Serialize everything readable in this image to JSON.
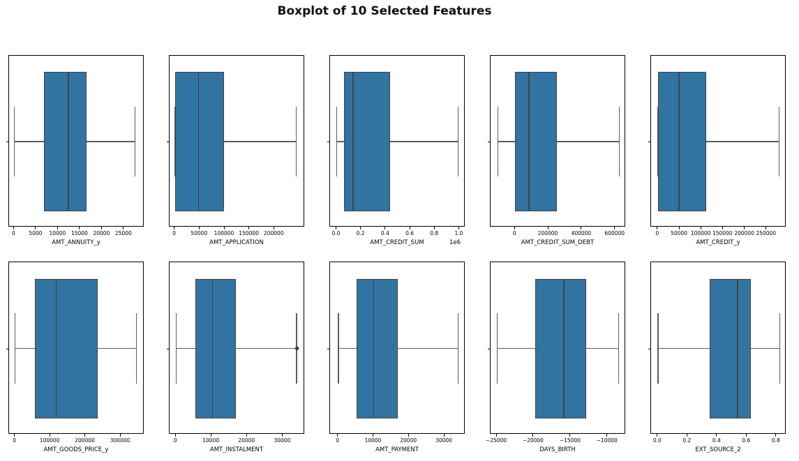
{
  "title": "Boxplot of 10 Selected Features",
  "colors": {
    "box_fill": "#3274a1",
    "box_edge": "#424242",
    "whisker": "#5c5c5c",
    "spine": "#000000"
  },
  "chart_data": {
    "type": "box",
    "orientation": "horizontal",
    "title": "Boxplot of 10 Selected Features",
    "grid": {
      "rows": 2,
      "cols": 5
    },
    "subplots": [
      {
        "xlabel": "AMT_ANNUITY_y",
        "xlim": [
          -1100,
          29700
        ],
        "tick_values": [
          0,
          5000,
          10000,
          15000,
          20000,
          25000
        ],
        "tick_labels": [
          "0",
          "5000",
          "10000",
          "15000",
          "20000",
          "25000"
        ],
        "offset_text": "",
        "whisker_low": 0,
        "q1": 6900,
        "median": 12400,
        "q3": 16600,
        "whisker_high": 27700,
        "fliers": []
      },
      {
        "xlabel": "AMT_APPLICATION",
        "xlim": [
          -10000,
          262000
        ],
        "tick_values": [
          0,
          50000,
          100000,
          150000,
          200000
        ],
        "tick_labels": [
          "0",
          "50000",
          "100000",
          "150000",
          "200000"
        ],
        "offset_text": "",
        "whisker_low": 0,
        "q1": 1500,
        "median": 48000,
        "q3": 99000,
        "whisker_high": 245000,
        "fliers": []
      },
      {
        "xlabel": "AMT_CREDIT_SUM",
        "xlim": [
          -51000,
          1051000
        ],
        "tick_values": [
          0,
          200000,
          400000,
          600000,
          800000,
          1000000
        ],
        "tick_labels": [
          "0.0",
          "0.2",
          "0.4",
          "0.6",
          "0.8",
          "1.0"
        ],
        "offset_text": "1e6",
        "whisker_low": 0,
        "q1": 64000,
        "median": 136000,
        "q3": 440000,
        "whisker_high": 995000,
        "fliers": []
      },
      {
        "xlabel": "AMT_CREDIT_SUM_DEBT",
        "xlim": [
          -145000,
          666000
        ],
        "tick_values": [
          0,
          200000,
          400000,
          600000
        ],
        "tick_labels": [
          "0",
          "200000",
          "400000",
          "600000"
        ],
        "offset_text": "",
        "whisker_low": -105000,
        "q1": 0,
        "median": 84000,
        "q3": 251000,
        "whisker_high": 630000,
        "fliers": []
      },
      {
        "xlabel": "AMT_CREDIT_y",
        "xlim": [
          -15000,
          296000
        ],
        "tick_values": [
          0,
          50000,
          100000,
          150000,
          200000,
          250000
        ],
        "tick_labels": [
          "0",
          "50000",
          "100000",
          "150000",
          "200000",
          "250000"
        ],
        "offset_text": "",
        "whisker_low": 0,
        "q1": 1000,
        "median": 49000,
        "q3": 112000,
        "whisker_high": 280000,
        "fliers": []
      },
      {
        "xlabel": "AMT_GOODS_PRICE_y",
        "xlim": [
          -16000,
          368000
        ],
        "tick_values": [
          0,
          100000,
          200000,
          300000
        ],
        "tick_labels": [
          "0",
          "100000",
          "200000",
          "300000"
        ],
        "offset_text": "",
        "whisker_low": 0,
        "q1": 57000,
        "median": 118000,
        "q3": 235000,
        "whisker_high": 347000,
        "fliers": []
      },
      {
        "xlabel": "AMT_INSTALMENT",
        "xlim": [
          -1700,
          36300
        ],
        "tick_values": [
          0,
          10000,
          20000,
          30000
        ],
        "tick_labels": [
          "0",
          "10000",
          "20000",
          "30000"
        ],
        "offset_text": "",
        "whisker_low": 0,
        "q1": 5500,
        "median": 10300,
        "q3": 17000,
        "whisker_high": 34100,
        "fliers": [
          34100
        ]
      },
      {
        "xlabel": "AMT_PAYMENT",
        "xlim": [
          -2200,
          36000
        ],
        "tick_values": [
          0,
          10000,
          20000,
          30000
        ],
        "tick_labels": [
          "0",
          "10000",
          "20000",
          "30000"
        ],
        "offset_text": "",
        "whisker_low": 0,
        "q1": 5300,
        "median": 10100,
        "q3": 16900,
        "whisker_high": 34100,
        "fliers": []
      },
      {
        "xlabel": "DAYS_BIRTH",
        "xlim": [
          -25800,
          -7480
        ],
        "tick_values": [
          -25000,
          -20000,
          -15000,
          -10000
        ],
        "tick_labels": [
          "−25000",
          "−20000",
          "−15000",
          "−10000"
        ],
        "offset_text": "",
        "whisker_low": -25000,
        "q1": -19800,
        "median": -15900,
        "q3": -12850,
        "whisker_high": -8430,
        "fliers": []
      },
      {
        "xlabel": "EXT_SOURCE_2",
        "xlim": [
          -0.044,
          0.869
        ],
        "tick_values": [
          0.0,
          0.2,
          0.4,
          0.6,
          0.8
        ],
        "tick_labels": [
          "0.0",
          "0.2",
          "0.4",
          "0.6",
          "0.8"
        ],
        "offset_text": "",
        "whisker_low": 0.0,
        "q1": 0.35,
        "median": 0.54,
        "q3": 0.63,
        "whisker_high": 0.827,
        "fliers": []
      }
    ]
  }
}
